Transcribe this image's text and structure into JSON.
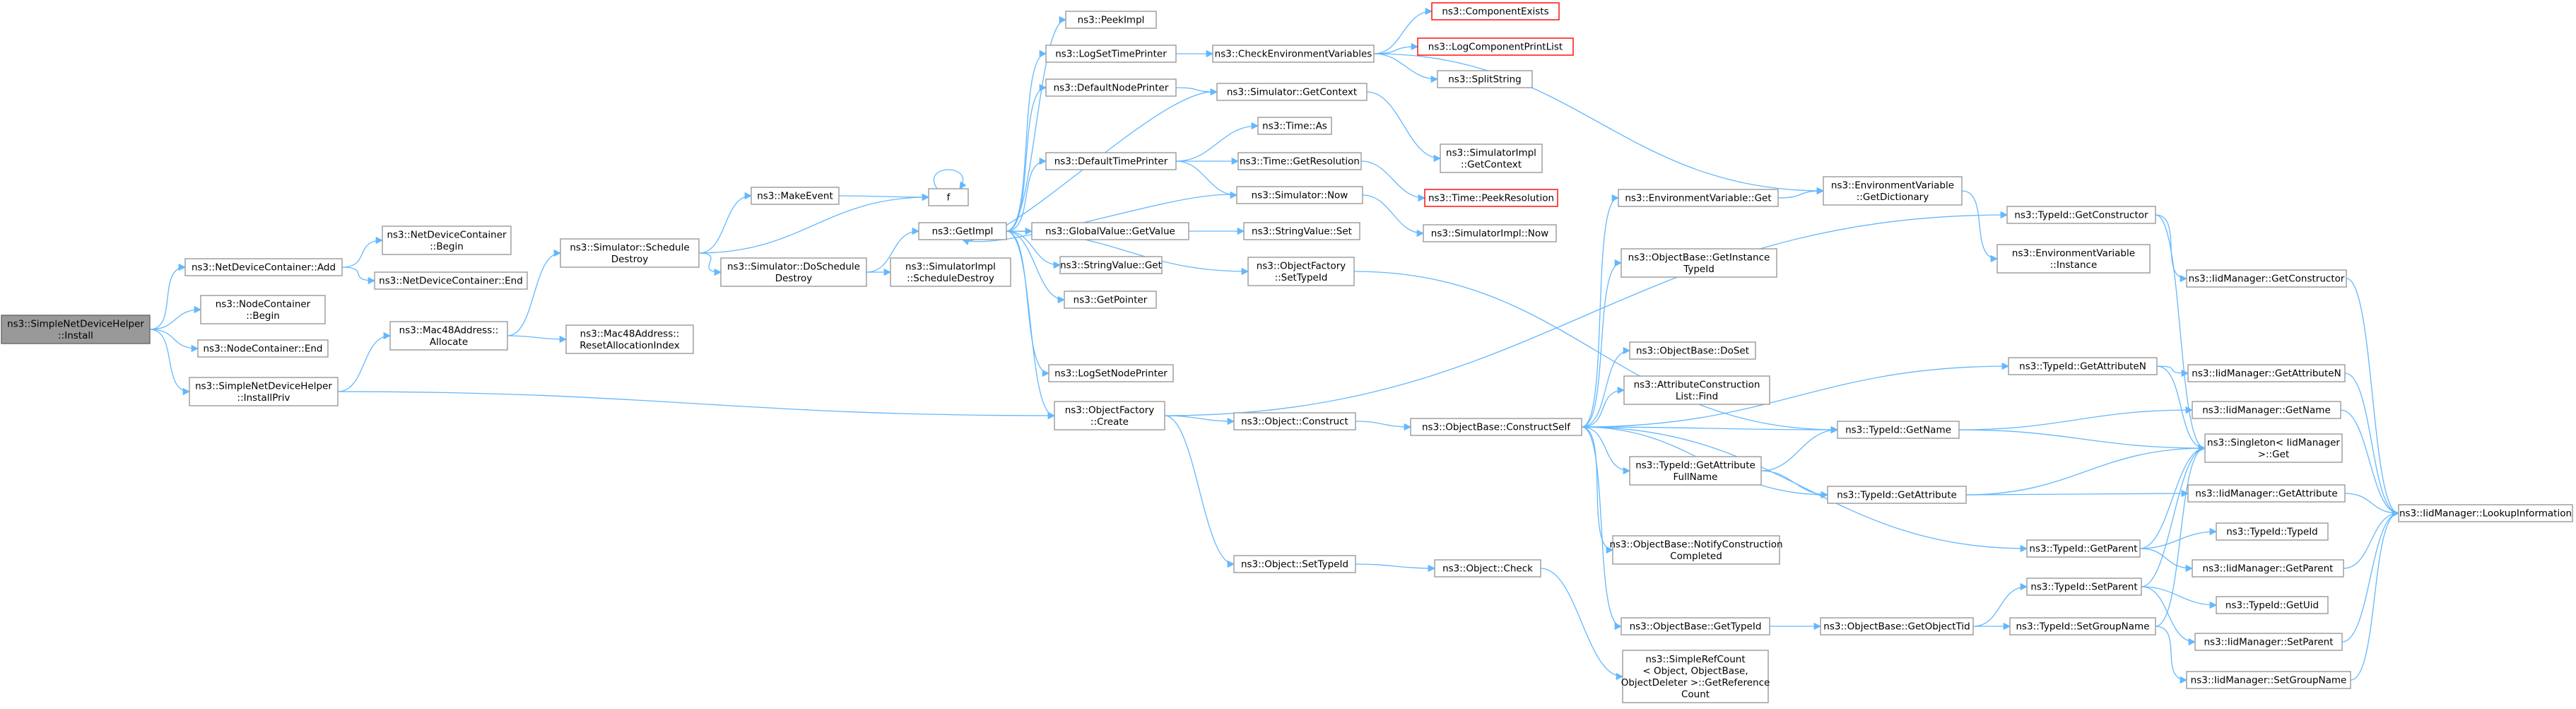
{
  "colors": {
    "edge": "#63b8ff",
    "node_border": "#999999",
    "node_fill": "#ffffff",
    "root_fill": "#999999",
    "root_border": "#666666",
    "missing_border": "#ff0000",
    "text": "#000000"
  },
  "nodes": [
    {
      "id": "root",
      "lines": [
        "ns3::SimpleNetDeviceHelper",
        "::Install"
      ],
      "kind": "root"
    },
    {
      "id": "ndc_add",
      "lines": [
        "ns3::NetDeviceContainer::Add"
      ]
    },
    {
      "id": "nc_begin",
      "lines": [
        "ns3::NodeContainer",
        "::Begin"
      ]
    },
    {
      "id": "nc_end",
      "lines": [
        "ns3::NodeContainer::End"
      ]
    },
    {
      "id": "installpriv",
      "lines": [
        "ns3::SimpleNetDeviceHelper",
        "::InstallPriv"
      ]
    },
    {
      "id": "ndc_begin",
      "lines": [
        "ns3::NetDeviceContainer",
        "::Begin"
      ]
    },
    {
      "id": "ndc_end",
      "lines": [
        "ns3::NetDeviceContainer::End"
      ]
    },
    {
      "id": "mac_alloc",
      "lines": [
        "ns3::Mac48Address::",
        "Allocate"
      ]
    },
    {
      "id": "sched_destroy",
      "lines": [
        "ns3::Simulator::Schedule",
        "Destroy"
      ]
    },
    {
      "id": "mac_reset",
      "lines": [
        "ns3::Mac48Address::",
        "ResetAllocationIndex"
      ]
    },
    {
      "id": "make_event",
      "lines": [
        "ns3::MakeEvent"
      ]
    },
    {
      "id": "do_sched_destroy",
      "lines": [
        "ns3::Simulator::DoSchedule",
        "Destroy"
      ]
    },
    {
      "id": "f",
      "lines": [
        "f"
      ]
    },
    {
      "id": "get_impl",
      "lines": [
        "ns3::GetImpl"
      ]
    },
    {
      "id": "simimpl_sched_destroy",
      "lines": [
        "ns3::SimulatorImpl",
        "::ScheduleDestroy"
      ]
    },
    {
      "id": "of_create",
      "lines": [
        "ns3::ObjectFactory",
        "::Create"
      ]
    },
    {
      "id": "peek_impl",
      "lines": [
        "ns3::PeekImpl"
      ]
    },
    {
      "id": "log_set_time",
      "lines": [
        "ns3::LogSetTimePrinter"
      ]
    },
    {
      "id": "default_node_printer",
      "lines": [
        "ns3::DefaultNodePrinter"
      ]
    },
    {
      "id": "default_time_printer",
      "lines": [
        "ns3::DefaultTimePrinter"
      ]
    },
    {
      "id": "gv_getvalue",
      "lines": [
        "ns3::GlobalValue::GetValue"
      ]
    },
    {
      "id": "sv_get",
      "lines": [
        "ns3::StringValue::Get"
      ]
    },
    {
      "id": "get_pointer",
      "lines": [
        "ns3::GetPointer"
      ]
    },
    {
      "id": "log_set_node",
      "lines": [
        "ns3::LogSetNodePrinter"
      ]
    },
    {
      "id": "check_env",
      "lines": [
        "ns3::CheckEnvironmentVariables"
      ]
    },
    {
      "id": "sim_getcontext",
      "lines": [
        "ns3::Simulator::GetContext"
      ]
    },
    {
      "id": "time_as",
      "lines": [
        "ns3::Time::As"
      ]
    },
    {
      "id": "time_getres",
      "lines": [
        "ns3::Time::GetResolution"
      ]
    },
    {
      "id": "sim_now",
      "lines": [
        "ns3::Simulator::Now"
      ]
    },
    {
      "id": "sv_set",
      "lines": [
        "ns3::StringValue::Set"
      ]
    },
    {
      "id": "of_settypeid",
      "lines": [
        "ns3::ObjectFactory",
        "::SetTypeId"
      ]
    },
    {
      "id": "obj_construct",
      "lines": [
        "ns3::Object::Construct"
      ]
    },
    {
      "id": "obj_settypeid",
      "lines": [
        "ns3::Object::SetTypeId"
      ]
    },
    {
      "id": "comp_exists",
      "lines": [
        "ns3::ComponentExists"
      ],
      "kind": "missing"
    },
    {
      "id": "log_comp_print",
      "lines": [
        "ns3::LogComponentPrintList"
      ],
      "kind": "missing"
    },
    {
      "id": "split_string",
      "lines": [
        "ns3::SplitString"
      ]
    },
    {
      "id": "simimpl_getcontext",
      "lines": [
        "ns3::SimulatorImpl",
        "::GetContext"
      ]
    },
    {
      "id": "time_peekres",
      "lines": [
        "ns3::Time::PeekResolution"
      ],
      "kind": "missing"
    },
    {
      "id": "simimpl_now",
      "lines": [
        "ns3::SimulatorImpl::Now"
      ]
    },
    {
      "id": "ob_constructself",
      "lines": [
        "ns3::ObjectBase::ConstructSelf"
      ]
    },
    {
      "id": "obj_check",
      "lines": [
        "ns3::Object::Check"
      ]
    },
    {
      "id": "envvar_get",
      "lines": [
        "ns3::EnvironmentVariable::Get"
      ]
    },
    {
      "id": "ob_getinstance",
      "lines": [
        "ns3::ObjectBase::GetInstance",
        "TypeId"
      ]
    },
    {
      "id": "ob_doset",
      "lines": [
        "ns3::ObjectBase::DoSet"
      ]
    },
    {
      "id": "attr_find",
      "lines": [
        "ns3::AttributeConstruction",
        "List::Find"
      ]
    },
    {
      "id": "tid_getattrfull",
      "lines": [
        "ns3::TypeId::GetAttribute",
        "FullName"
      ]
    },
    {
      "id": "ob_notify",
      "lines": [
        "ns3::ObjectBase::NotifyConstruction",
        "Completed"
      ]
    },
    {
      "id": "ob_gettypeid",
      "lines": [
        "ns3::ObjectBase::GetTypeId"
      ]
    },
    {
      "id": "simplerefcount",
      "lines": [
        "ns3::SimpleRefCount",
        "< Object, ObjectBase,",
        "ObjectDeleter >::GetReference",
        "Count"
      ]
    },
    {
      "id": "envvar_getdict",
      "lines": [
        "ns3::EnvironmentVariable",
        "::GetDictionary"
      ]
    },
    {
      "id": "tid_getname",
      "lines": [
        "ns3::TypeId::GetName"
      ]
    },
    {
      "id": "tid_getattribute",
      "lines": [
        "ns3::TypeId::GetAttribute"
      ]
    },
    {
      "id": "ob_getobjecttid",
      "lines": [
        "ns3::ObjectBase::GetObjectTid"
      ]
    },
    {
      "id": "tid_getconstructor",
      "lines": [
        "ns3::TypeId::GetConstructor"
      ]
    },
    {
      "id": "envvar_instance",
      "lines": [
        "ns3::EnvironmentVariable",
        "::Instance"
      ]
    },
    {
      "id": "tid_getattributen",
      "lines": [
        "ns3::TypeId::GetAttributeN"
      ]
    },
    {
      "id": "tid_getparent",
      "lines": [
        "ns3::TypeId::GetParent"
      ]
    },
    {
      "id": "tid_setparent",
      "lines": [
        "ns3::TypeId::SetParent"
      ]
    },
    {
      "id": "tid_setgroupname",
      "lines": [
        "ns3::TypeId::SetGroupName"
      ]
    },
    {
      "id": "iid_getconstructor",
      "lines": [
        "ns3::IidManager::GetConstructor"
      ]
    },
    {
      "id": "iid_getattributen",
      "lines": [
        "ns3::IidManager::GetAttributeN"
      ]
    },
    {
      "id": "iid_getname",
      "lines": [
        "ns3::IidManager::GetName"
      ]
    },
    {
      "id": "iid_getattribute",
      "lines": [
        "ns3::IidManager::GetAttribute"
      ]
    },
    {
      "id": "singleton_get",
      "lines": [
        "ns3::Singleton< IidManager",
        ">::Get"
      ]
    },
    {
      "id": "tid_typeid",
      "lines": [
        "ns3::TypeId::TypeId"
      ]
    },
    {
      "id": "iid_getparent",
      "lines": [
        "ns3::IidManager::GetParent"
      ]
    },
    {
      "id": "tid_getuid",
      "lines": [
        "ns3::TypeId::GetUid"
      ]
    },
    {
      "id": "iid_setparent",
      "lines": [
        "ns3::IidManager::SetParent"
      ]
    },
    {
      "id": "iid_setgroupname",
      "lines": [
        "ns3::IidManager::SetGroupName"
      ]
    },
    {
      "id": "iid_lookup",
      "lines": [
        "ns3::IidManager::LookupInformation"
      ]
    }
  ],
  "edges": [
    [
      "root",
      "ndc_add"
    ],
    [
      "root",
      "nc_begin"
    ],
    [
      "root",
      "nc_end"
    ],
    [
      "root",
      "installpriv"
    ],
    [
      "ndc_add",
      "ndc_begin"
    ],
    [
      "ndc_add",
      "ndc_end"
    ],
    [
      "installpriv",
      "mac_alloc"
    ],
    [
      "installpriv",
      "of_create"
    ],
    [
      "mac_alloc",
      "sched_destroy"
    ],
    [
      "mac_alloc",
      "mac_reset"
    ],
    [
      "sched_destroy",
      "make_event"
    ],
    [
      "sched_destroy",
      "do_sched_destroy"
    ],
    [
      "sched_destroy",
      "f"
    ],
    [
      "make_event",
      "f"
    ],
    [
      "f",
      "f"
    ],
    [
      "do_sched_destroy",
      "get_impl"
    ],
    [
      "do_sched_destroy",
      "simimpl_sched_destroy"
    ],
    [
      "get_impl",
      "peek_impl"
    ],
    [
      "get_impl",
      "log_set_time"
    ],
    [
      "get_impl",
      "default_node_printer"
    ],
    [
      "get_impl",
      "default_time_printer"
    ],
    [
      "get_impl",
      "gv_getvalue"
    ],
    [
      "get_impl",
      "sv_get"
    ],
    [
      "get_impl",
      "get_pointer"
    ],
    [
      "get_impl",
      "log_set_node"
    ],
    [
      "get_impl",
      "of_create"
    ],
    [
      "get_impl",
      "of_settypeid"
    ],
    [
      "log_set_time",
      "check_env"
    ],
    [
      "default_node_printer",
      "sim_getcontext"
    ],
    [
      "sim_getcontext",
      "get_impl"
    ],
    [
      "sim_getcontext",
      "simimpl_getcontext"
    ],
    [
      "default_time_printer",
      "time_as"
    ],
    [
      "default_time_printer",
      "time_getres"
    ],
    [
      "default_time_printer",
      "sim_now"
    ],
    [
      "time_getres",
      "time_peekres"
    ],
    [
      "sim_now",
      "get_impl"
    ],
    [
      "sim_now",
      "simimpl_now"
    ],
    [
      "gv_getvalue",
      "sv_set"
    ],
    [
      "check_env",
      "comp_exists"
    ],
    [
      "check_env",
      "log_comp_print"
    ],
    [
      "check_env",
      "split_string"
    ],
    [
      "check_env",
      "envvar_getdict"
    ],
    [
      "of_settypeid",
      "tid_getname"
    ],
    [
      "of_create",
      "obj_construct"
    ],
    [
      "of_create",
      "obj_settypeid"
    ],
    [
      "of_create",
      "tid_getconstructor"
    ],
    [
      "obj_construct",
      "ob_constructself"
    ],
    [
      "obj_settypeid",
      "obj_check"
    ],
    [
      "obj_check",
      "simplerefcount"
    ],
    [
      "ob_constructself",
      "envvar_get"
    ],
    [
      "ob_constructself",
      "ob_getinstance"
    ],
    [
      "ob_constructself",
      "ob_doset"
    ],
    [
      "ob_constructself",
      "attr_find"
    ],
    [
      "ob_constructself",
      "tid_getattrfull"
    ],
    [
      "ob_constructself",
      "ob_notify"
    ],
    [
      "ob_constructself",
      "ob_gettypeid"
    ],
    [
      "ob_constructself",
      "tid_getname"
    ],
    [
      "ob_constructself",
      "tid_getattribute"
    ],
    [
      "ob_constructself",
      "tid_getattributen"
    ],
    [
      "ob_constructself",
      "tid_getparent"
    ],
    [
      "envvar_get",
      "envvar_getdict"
    ],
    [
      "envvar_getdict",
      "envvar_instance"
    ],
    [
      "tid_getattrfull",
      "tid_getname"
    ],
    [
      "tid_getattrfull",
      "tid_getattribute"
    ],
    [
      "ob_gettypeid",
      "ob_getobjecttid"
    ],
    [
      "ob_getobjecttid",
      "tid_setparent"
    ],
    [
      "ob_getobjecttid",
      "tid_setgroupname"
    ],
    [
      "tid_getname",
      "iid_getname"
    ],
    [
      "tid_getname",
      "singleton_get"
    ],
    [
      "tid_getattribute",
      "iid_getattribute"
    ],
    [
      "tid_getattribute",
      "singleton_get"
    ],
    [
      "tid_getconstructor",
      "iid_getconstructor"
    ],
    [
      "tid_getconstructor",
      "singleton_get"
    ],
    [
      "tid_getattributen",
      "iid_getattributen"
    ],
    [
      "tid_getattributen",
      "singleton_get"
    ],
    [
      "tid_getparent",
      "tid_typeid"
    ],
    [
      "tid_getparent",
      "iid_getparent"
    ],
    [
      "tid_getparent",
      "singleton_get"
    ],
    [
      "tid_setparent",
      "tid_getuid"
    ],
    [
      "tid_setparent",
      "iid_setparent"
    ],
    [
      "tid_setparent",
      "singleton_get"
    ],
    [
      "tid_setgroupname",
      "iid_setgroupname"
    ],
    [
      "tid_setgroupname",
      "singleton_get"
    ],
    [
      "iid_getconstructor",
      "iid_lookup"
    ],
    [
      "iid_getattributen",
      "iid_lookup"
    ],
    [
      "iid_getname",
      "iid_lookup"
    ],
    [
      "iid_getattribute",
      "iid_lookup"
    ],
    [
      "iid_getparent",
      "iid_lookup"
    ],
    [
      "iid_setparent",
      "iid_lookup"
    ],
    [
      "iid_setgroupname",
      "iid_lookup"
    ]
  ]
}
